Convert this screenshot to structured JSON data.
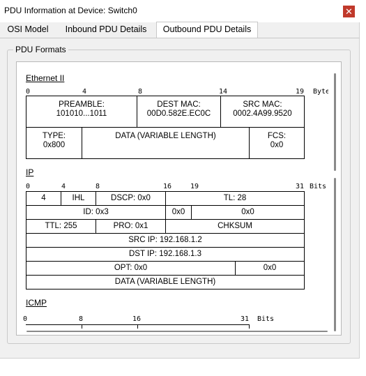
{
  "window": {
    "title": "PDU Information at Device: Switch0",
    "close_glyph": "✕"
  },
  "tabs": [
    {
      "label": "OSI Model"
    },
    {
      "label": "Inbound PDU Details"
    },
    {
      "label": "Outbound PDU Details"
    }
  ],
  "group": {
    "label": "PDU Formats"
  },
  "ethernet": {
    "title": "Ethernet II",
    "ruler": [
      "0",
      "4",
      "8",
      "14",
      "19",
      "Bytes"
    ],
    "preamble_label": "PREAMBLE:",
    "preamble_value": "101010...1011",
    "dest_label": "DEST MAC:",
    "dest_value": "00D0.582E.EC0C",
    "src_label": "SRC MAC:",
    "src_value": "0002.4A99.9520",
    "type_label": "TYPE:",
    "type_value": "0x800",
    "data_label": "DATA (VARIABLE LENGTH)",
    "fcs_label": "FCS:",
    "fcs_value": "0x0"
  },
  "ip": {
    "title": "IP",
    "ruler": [
      "0",
      "4",
      "8",
      "16",
      "19",
      "31",
      "Bits"
    ],
    "version": "4",
    "ihl": "IHL",
    "dscp": "DSCP: 0x0",
    "tl": "TL: 28",
    "id": "ID: 0x3",
    "flags": "0x0",
    "frag": "0x0",
    "ttl": "TTL: 255",
    "pro": "PRO: 0x1",
    "chksum": "CHKSUM",
    "src_ip": "SRC IP: 192.168.1.2",
    "dst_ip": "DST IP: 192.168.1.3",
    "opt": "OPT: 0x0",
    "pad": "0x0",
    "data": "DATA (VARIABLE LENGTH)"
  },
  "icmp": {
    "title": "ICMP",
    "ruler": [
      "0",
      "8",
      "16",
      "31",
      "Bits"
    ]
  }
}
